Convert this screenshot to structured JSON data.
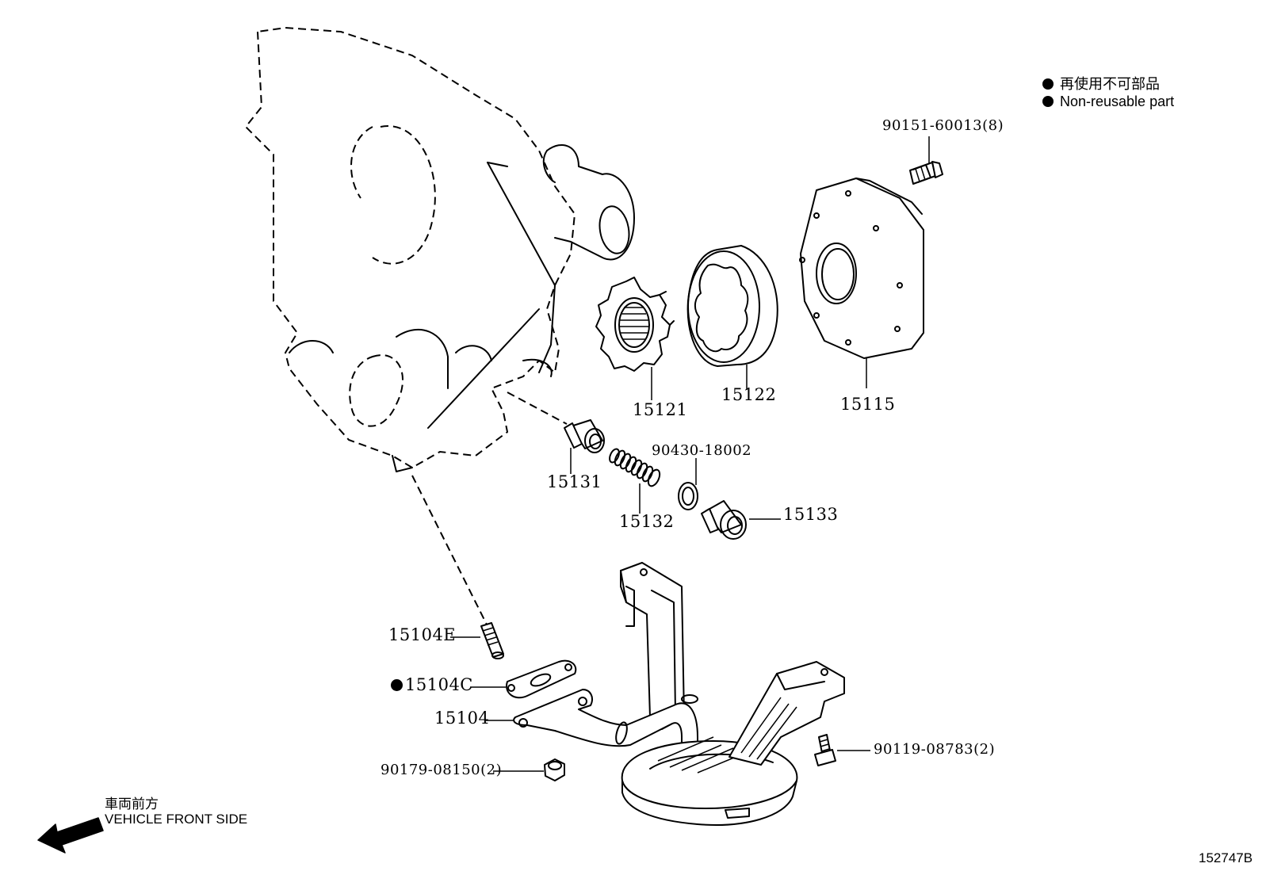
{
  "legend": {
    "jp": "再使用不可部品",
    "en": "Non-reusable part"
  },
  "parts": {
    "p15121": "15121",
    "p15122": "15122",
    "p15115": "15115",
    "p15131": "15131",
    "p15132": "15132",
    "p15133": "15133",
    "p90430": "90430-18002",
    "p90151": "90151-60013(8)",
    "p15104E": "15104E",
    "p15104C": "15104C",
    "p15104": "15104",
    "p90179": "90179-08150(2)",
    "p90119": "90119-08783(2)"
  },
  "direction": {
    "jp": "車両前方",
    "en": "VEHICLE FRONT SIDE"
  },
  "diagram_code": "152747B"
}
